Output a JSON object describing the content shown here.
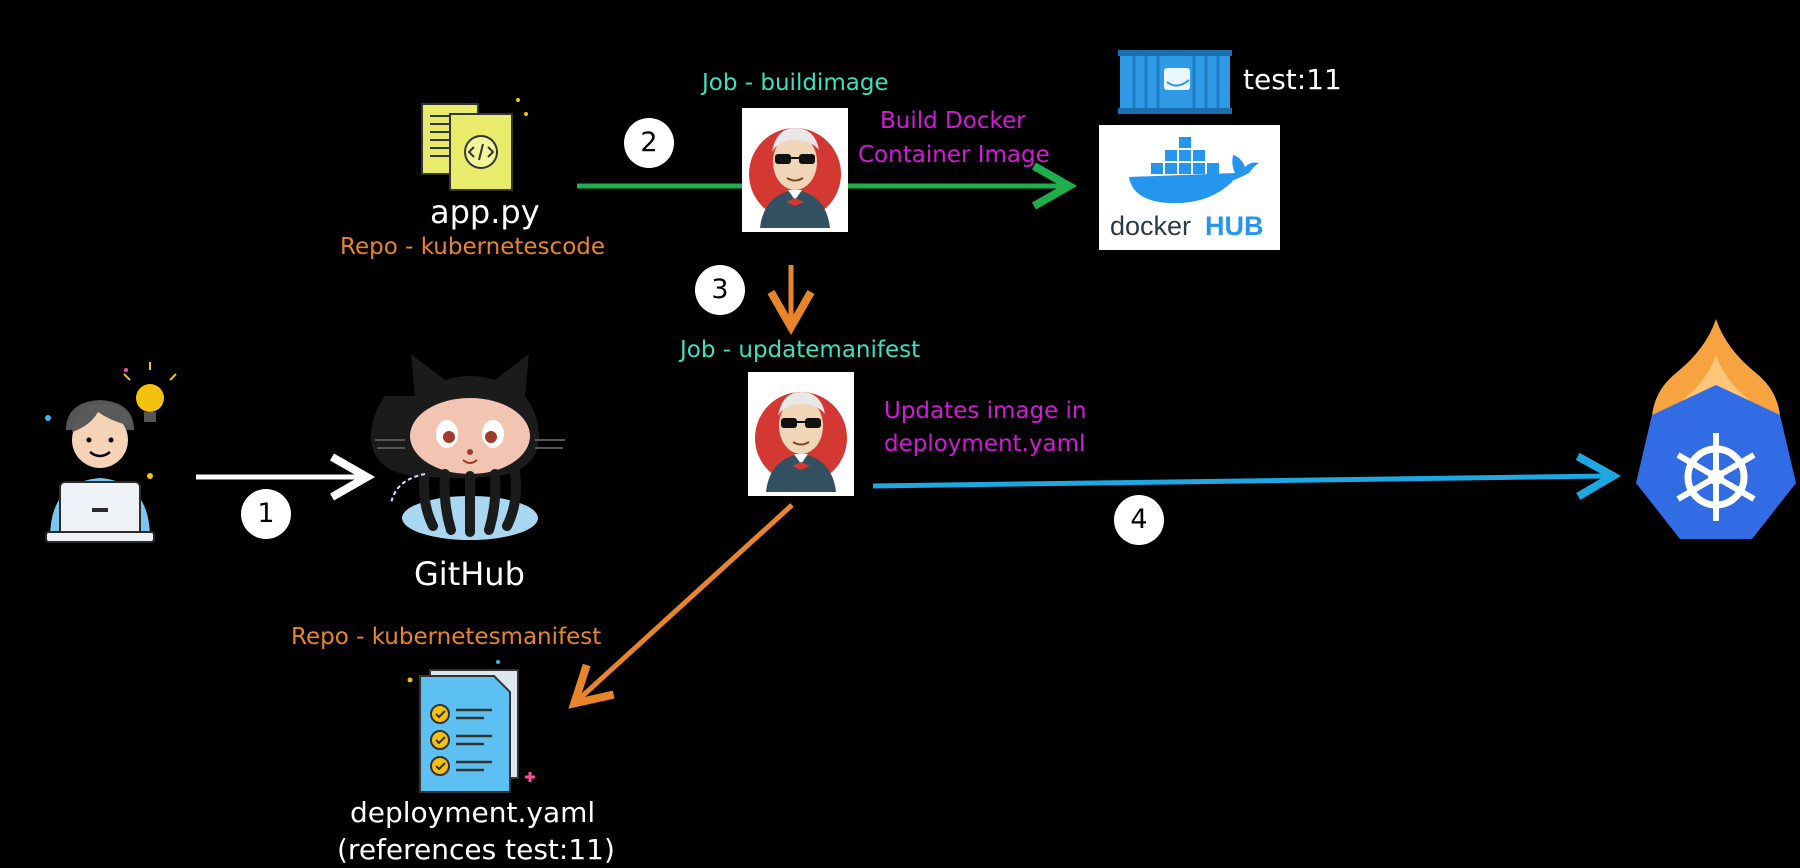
{
  "labels": {
    "app_py": "app.py",
    "repo_code": "Repo - kubernetescode",
    "job_build": "Job - buildimage",
    "build_action_1": "Build Docker",
    "build_action_2": "Container Image",
    "image_tag": "test:11",
    "docker_hub_word": "docker",
    "docker_hub_hub": "HUB",
    "job_update": "Job - updatemanifest",
    "update_action_1": "Updates image in",
    "update_action_2": "deployment.yaml",
    "github": "GitHub",
    "repo_manifest": "Repo - kubernetesmanifest",
    "manifest_file": "deployment.yaml",
    "manifest_note": "(references test:11)"
  },
  "steps": [
    "1",
    "2",
    "3",
    "4"
  ],
  "colors": {
    "step1_arrow": "#ffffff",
    "step2_arrow": "#1fae4c",
    "step3_arrow": "#e8852a",
    "step4_arrow": "#1ea7e0",
    "cyan_text": "#3fe0c0",
    "magenta_text": "#d21bd6",
    "orange_text": "#e8852a"
  },
  "icons": [
    "developer-icon",
    "code-file-icon",
    "jenkins-icon",
    "docker-container-icon",
    "docker-hub-logo",
    "github-octocat-icon",
    "checklist-document-icon",
    "argocd-kubernetes-icon"
  ]
}
